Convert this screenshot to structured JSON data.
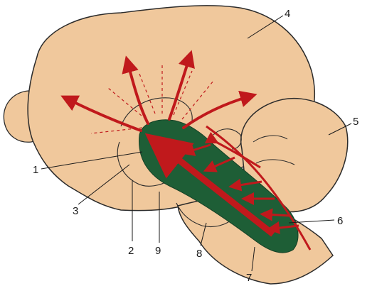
{
  "colors": {
    "background": "#ffffff",
    "brain_fill": "#f0c89c",
    "outline": "#2b2b2b",
    "core_fill": "#1e5e36",
    "arrow_red": "#c0191c"
  },
  "labels": [
    {
      "id": "1",
      "text": "1"
    },
    {
      "id": "2",
      "text": "2"
    },
    {
      "id": "3",
      "text": "3"
    },
    {
      "id": "4",
      "text": "4"
    },
    {
      "id": "5",
      "text": "5"
    },
    {
      "id": "6",
      "text": "6"
    },
    {
      "id": "7",
      "text": "7"
    },
    {
      "id": "8",
      "text": "8"
    },
    {
      "id": "9",
      "text": "9"
    }
  ]
}
